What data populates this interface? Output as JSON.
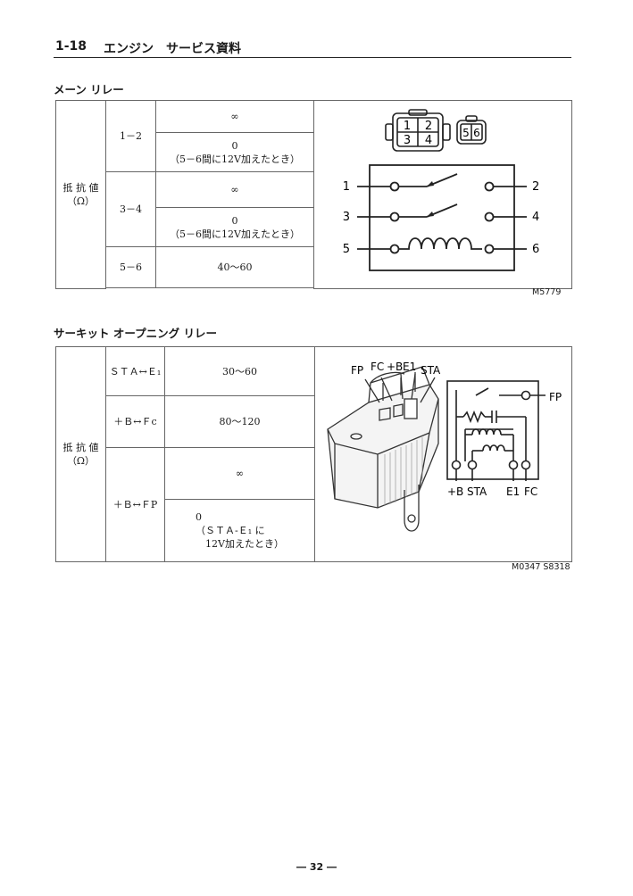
{
  "header": {
    "section_number": "1-18",
    "title": "エンジン　サービス資料"
  },
  "main_relay": {
    "title": "メーン リレー",
    "row_label": "抵 抗 値\n（Ω）",
    "rows": [
      {
        "terminals": "1－2",
        "values": [
          "∞",
          "0\n（5－6間に12V加えたとき）"
        ]
      },
      {
        "terminals": "3－4",
        "values": [
          "∞",
          "0\n（5－6間に12V加えたとき）"
        ]
      },
      {
        "terminals": "5－6",
        "values": [
          "40～60"
        ]
      }
    ],
    "diagram": {
      "connector_pins_left": [
        "1",
        "2",
        "3",
        "4"
      ],
      "connector_pins_right": [
        "5",
        "6"
      ],
      "terminal_labels": [
        "1",
        "2",
        "3",
        "4",
        "5",
        "6"
      ]
    },
    "figure_code": "M5779"
  },
  "circuit_relay": {
    "title": "サーキット オープニング リレー",
    "row_label": "抵 抗 値\n（Ω）",
    "rows": [
      {
        "terminals": "ＳＴＡ↔Ｅ₁",
        "values": [
          "30～60"
        ]
      },
      {
        "terminals": "＋Ｂ↔Ｆc",
        "values": [
          "80～120"
        ]
      },
      {
        "terminals": "＋Ｂ↔ＦP",
        "values": [
          "∞",
          "0\n（ＳＴＡ-Ｅ₁ に\n　12V加えたとき）"
        ]
      }
    ],
    "diagram": {
      "relay_top_labels": [
        "FP",
        "FC",
        "+B",
        "E1",
        "STA"
      ],
      "schematic_right_label": "FP",
      "schematic_bottom_labels": [
        "+B",
        "STA",
        "E1",
        "FC"
      ]
    },
    "figure_code": "M0347  S8318"
  },
  "page_number": "― 32 ―"
}
